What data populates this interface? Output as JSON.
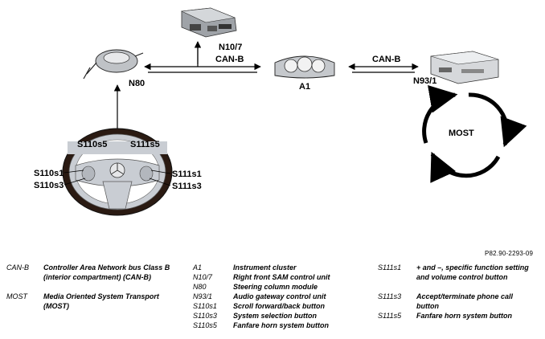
{
  "diagram": {
    "labels": {
      "n10_7": "N10/7",
      "n80": "N80",
      "a1": "A1",
      "n93_1": "N93/1",
      "canb_left": "CAN-B",
      "canb_right": "CAN-B",
      "most": "MOST",
      "s110s5": "S110s5",
      "s111s5": "S111s5",
      "s110s1": "S110s1",
      "s110s3": "S110s3",
      "s111s1": "S111s1",
      "s111s3": "S111s3"
    },
    "figure_ref": "P82.90-2293-09"
  },
  "legend": {
    "col1": [
      {
        "term": "CAN-B",
        "def": "Controller Area Network bus Class B (interior compartment) (CAN-B)"
      },
      {
        "term": "MOST",
        "def": "Media Oriented System Transport (MOST)"
      }
    ],
    "col2": [
      {
        "term": "A1",
        "def": "Instrument cluster"
      },
      {
        "term": "N10/7",
        "def": "Right front SAM control unit"
      },
      {
        "term": "N80",
        "def": "Steering column module"
      },
      {
        "term": "N93/1",
        "def": "Audio gateway control unit"
      },
      {
        "term": "S110s1",
        "def": "Scroll forward/back button"
      },
      {
        "term": "S110s3",
        "def": "System selection button"
      },
      {
        "term": "S110s5",
        "def": "Fanfare horn system button"
      }
    ],
    "col3": [
      {
        "term": "S111s1",
        "def": "+ and –, specific function setting and volume control button"
      },
      {
        "term": "S111s3",
        "def": "Accept/terminate phone call button"
      },
      {
        "term": "S111s5",
        "def": "Fanfare horn system button"
      }
    ]
  },
  "colors": {
    "wood": "#2a1a12",
    "wheel_grey": "#c9cdd3",
    "module_grey": "#b8bbbf",
    "line": "#000000"
  }
}
